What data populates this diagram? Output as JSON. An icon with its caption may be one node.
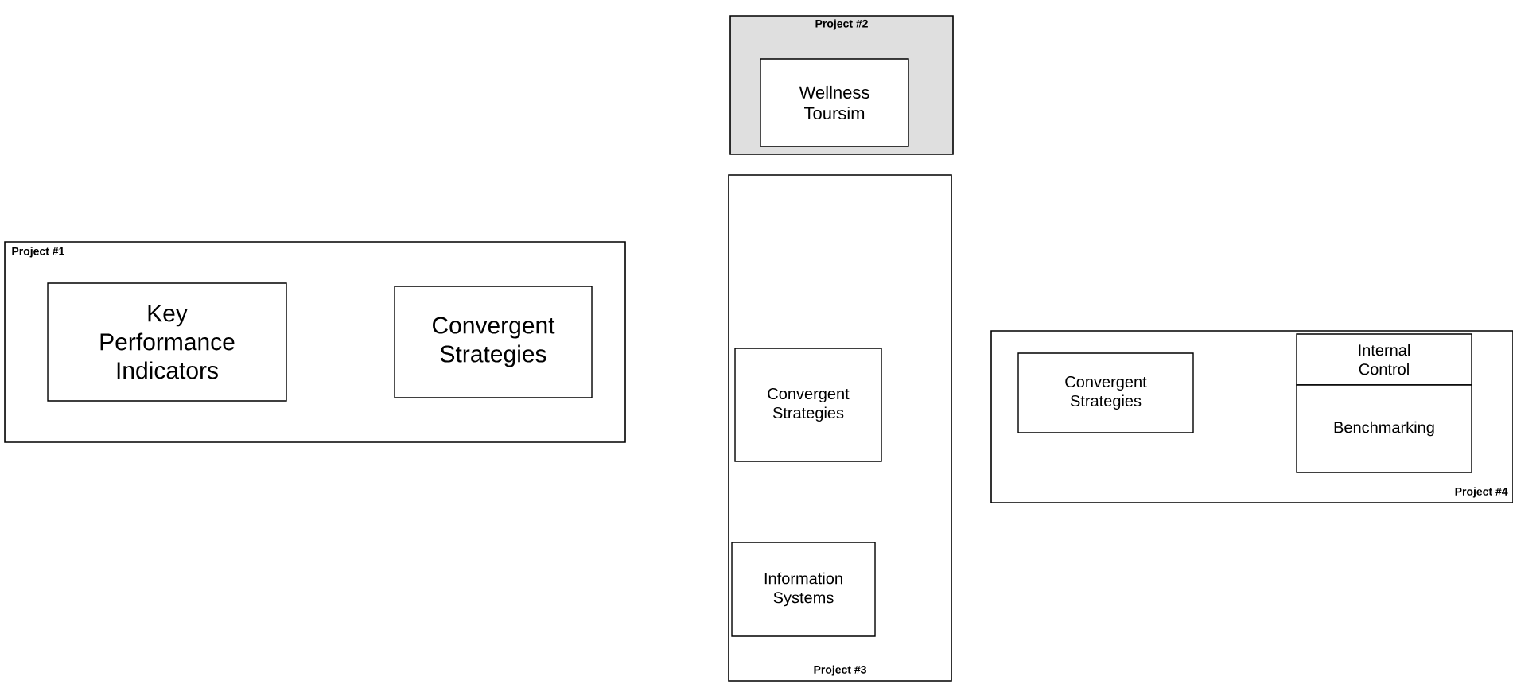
{
  "diagram": {
    "nodes": [
      {
        "text": [
          "Project #1"
        ]
      },
      {
        "text": [
          "Key Performance Indicators"
        ],
        "in": 0
      },
      {
        "text": [
          "Convergent Strategies"
        ],
        "in": 0
      },
      {
        "text": [
          "Project #2"
        ]
      },
      {
        "text": [
          "Wellness Toursim"
        ],
        "in": 3
      },
      {
        "text": [
          "Project #3"
        ]
      },
      {
        "text": [
          "Convergent Strategies"
        ],
        "in": 5
      },
      {
        "text": [
          "Information Systems"
        ],
        "in": 5
      },
      {
        "text": [
          "Project #4"
        ]
      },
      {
        "text": [
          "Convergent Strategies"
        ],
        "in": 8
      },
      {
        "text": [
          "Internal Control"
        ],
        "in": 8
      },
      {
        "text": [
          "Benchmarking"
        ],
        "in": 8
      }
    ]
  }
}
